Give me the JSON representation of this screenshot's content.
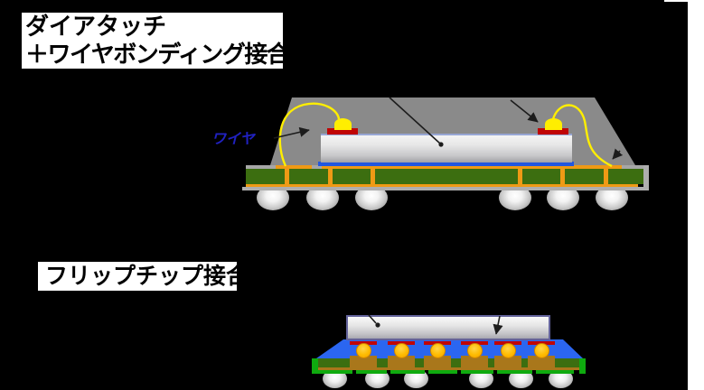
{
  "title_boxes": {
    "wire_bond": {
      "line1": "ダイアタッチ",
      "line2": "＋ワイヤボンディング接合"
    },
    "flip_chip": {
      "label": "フリップチップ接合"
    }
  },
  "annotations": {
    "wire_label": "ワイヤ"
  },
  "palette": {
    "bg": "#000000",
    "margin_white": "#ffffff",
    "label_bg": "#ffffff",
    "label_text": "#000000",
    "substrate_gray": "#8a8a8a",
    "die_edge_blue": "#97a6d4",
    "die_border_slate": "#63639b",
    "adhesive_blue": "#2157e0",
    "underfill_blue": "#2b66f0",
    "pad_red": "#c00505",
    "wire_yellow": "#ffee00",
    "copper_orange": "#ef9a15",
    "board_green": "#3c6e10",
    "resist_green": "#0faa0f",
    "pad_brown": "#a9771b",
    "bump_edge": "#cf8500",
    "wire_label_blue": "#2021c0",
    "arrow_black": "#1c1c1c"
  },
  "diagram1": {
    "description": "die attach + wire bonding package cross-section",
    "via_centers": [
      317,
      365,
      412,
      575,
      622,
      670
    ],
    "ball_centers": [
      302,
      357,
      411,
      570,
      623,
      677
    ],
    "bond_pad_centers": [
      379,
      612
    ],
    "gray_top_segments": [
      [
        272,
        33
      ],
      [
        345,
        11
      ],
      [
        688,
        25
      ]
    ]
  },
  "diagram2": {
    "description": "flip chip package cross-section",
    "unit_centers": [
      402,
      444,
      484,
      525,
      562,
      599
    ],
    "ball_centers": [
      370,
      417,
      460,
      532,
      576,
      620
    ],
    "resist_segments": [
      [
        352,
        38
      ],
      [
        394,
        34
      ],
      [
        432,
        38
      ],
      [
        474,
        32
      ],
      [
        510,
        36
      ],
      [
        550,
        39
      ],
      [
        593,
        42
      ]
    ]
  }
}
